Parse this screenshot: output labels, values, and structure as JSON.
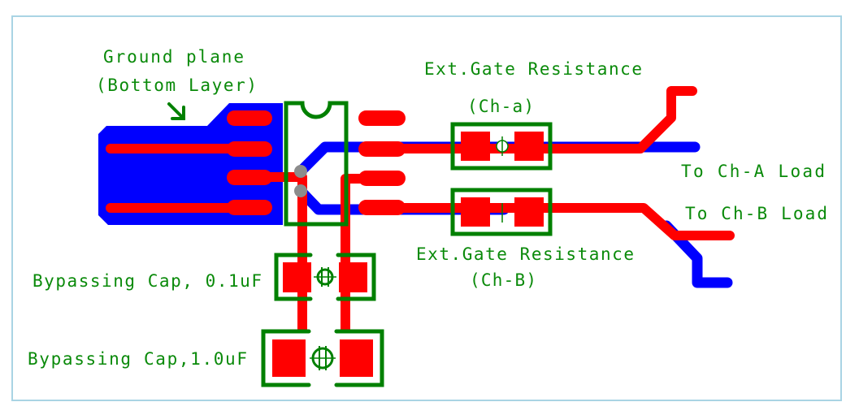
{
  "labels": {
    "ground_plane": "Ground plane",
    "bottom_layer": "(Bottom Layer)",
    "gate_res_a_title": "Ext.Gate Resistance",
    "gate_res_a_ch": "(Ch-a)",
    "gate_res_b_title": "Ext.Gate Resistance",
    "gate_res_b_ch": "(Ch-B)",
    "load_a": "To Ch-A Load",
    "load_b": "To Ch-B Load",
    "cap_small": "Bypassing Cap, 0.1uF",
    "cap_large": "Bypassing Cap,1.0uF"
  },
  "colors": {
    "top_copper": "#ff0000",
    "bottom_copper": "#0000ff",
    "silkscreen": "#008000",
    "via": "#8c8c8c",
    "frame": "#a9d4e4"
  }
}
